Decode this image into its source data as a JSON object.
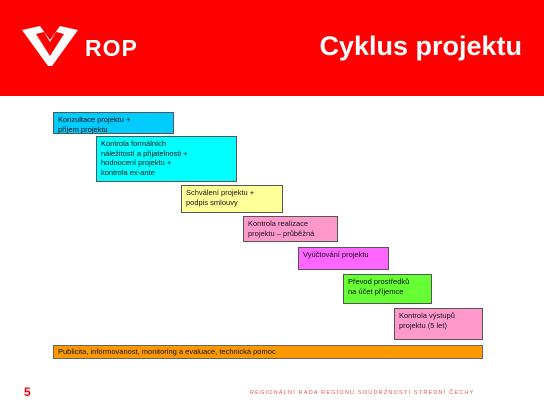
{
  "header": {
    "logo_text": "ROP",
    "title": "Cyklus projektu"
  },
  "colors": {
    "header_red": "#ff0000",
    "blue": "#00ccff",
    "cyan": "#00ffff",
    "yellow": "#ffff99",
    "pink": "#ff99cc",
    "violet": "#ff66ff",
    "green": "#66ff33",
    "orange": "#ff9900"
  },
  "steps": [
    {
      "label": "Konzultace projektu +\npříjem projektu"
    },
    {
      "label": "Kontrola formálních\nnáležitostí a přijatelnosti +\nhodnocení projektu +\nkontrola ex-ante"
    },
    {
      "label": "Schválení projektu +\npodpis smlouvy"
    },
    {
      "label": "Kontrola realizace\nprojektu – průběžná"
    },
    {
      "label": "Vyúčtování projektu"
    },
    {
      "label": "Převod prostředků\nna účet příjemce"
    },
    {
      "label": "Kontrola výstupů\nprojektu (5 let)"
    }
  ],
  "bottom_bar": "Publicita, informovanost, monitoring a evaluace, technická pomoc",
  "page_number": "5",
  "footer": "REGIONÁLNÍ RADA REGIONU SOUDRŽNOSTI STŘEDNÍ ČECHY"
}
